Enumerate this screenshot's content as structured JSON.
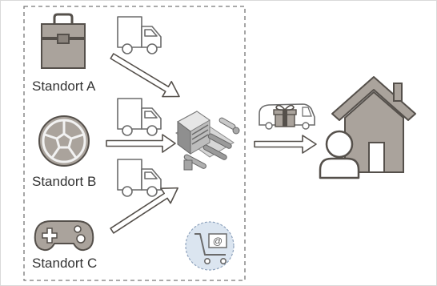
{
  "locations": [
    {
      "label": "Standort A",
      "icon": "toolbox-icon"
    },
    {
      "label": "Standort B",
      "icon": "soccer-ball-icon"
    },
    {
      "label": "Standort C",
      "icon": "gamepad-icon"
    }
  ],
  "hub": {
    "icon": "warehouse-machine-icon"
  },
  "transport_icon": "delivery-truck-icon",
  "delivery_icon": "gift-van-icon",
  "destination_icon": "home-customer-icon",
  "online_shop_icon": "shopping-cart-icon",
  "online_shop_symbol": "@",
  "colors": {
    "icon_fill": "#aaa39c",
    "icon_stroke": "#55504b",
    "outline": "#6b6b6b",
    "dashed_border": "#777777",
    "cart_bg": "#dbe5f0",
    "text": "#333333"
  }
}
